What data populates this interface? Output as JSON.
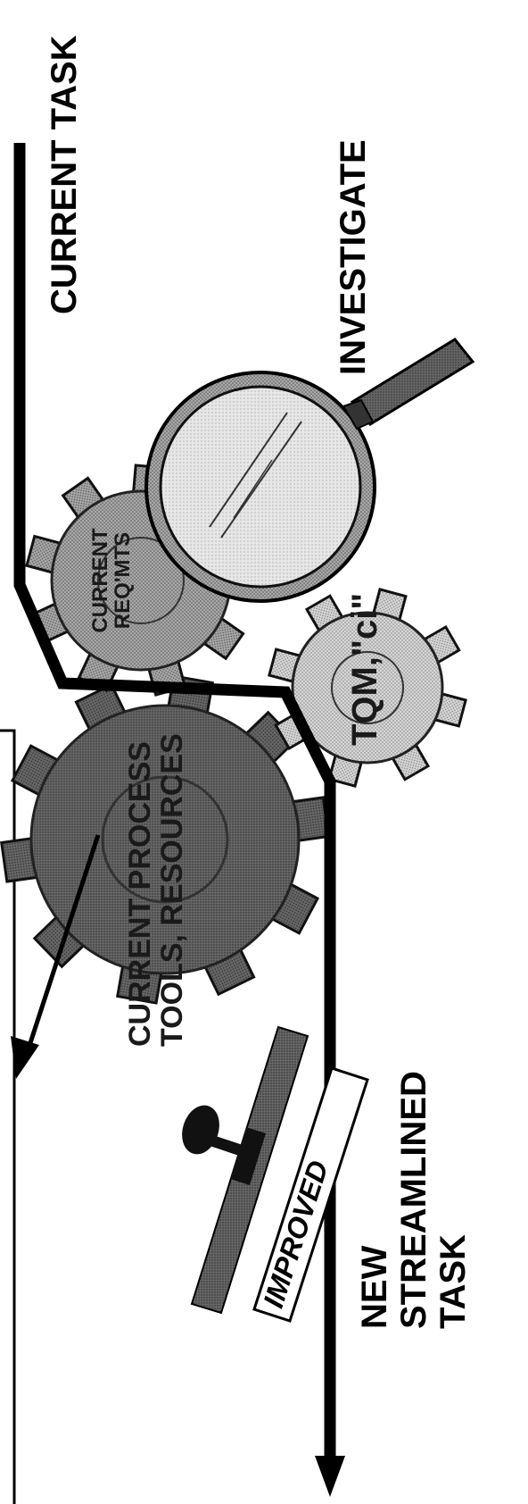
{
  "labels": {
    "current_task": "CURRENT TASK",
    "investigate": "INVESTIGATE",
    "current_reqmts_line1": "CURRENT",
    "current_reqmts_line2": "REQ'MTS",
    "tqm_ci": "TQM,\"ci\"",
    "current_process_line1": "CURRENT PROCESS",
    "current_process_line2": "TOOLS, RESOURCES",
    "improved_stamp": "IMPROVED",
    "new_line1": "NEW",
    "new_line2": "STREAMLINED",
    "new_line3": "TASK"
  }
}
